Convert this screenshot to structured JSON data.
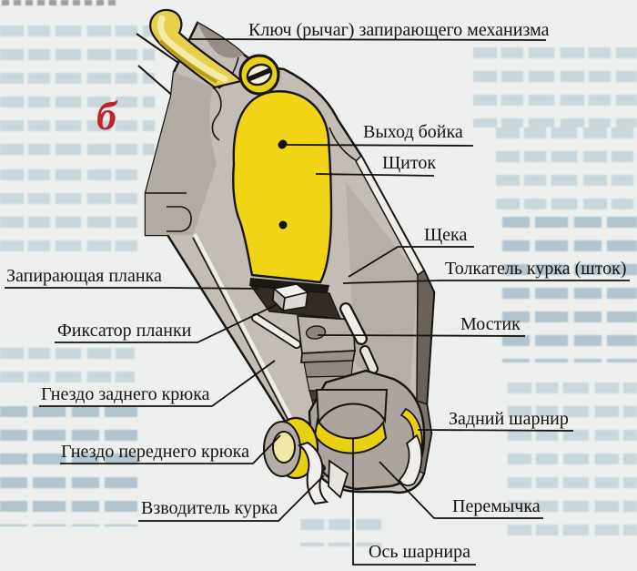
{
  "figure": {
    "marker": {
      "text": "б",
      "color": "#c3222a"
    },
    "labels": {
      "kljuch": "Ключ (рычаг) запирающего механизма",
      "vyhod_boyka": "Выход бойка",
      "shchitok": "Щиток",
      "shcheka": "Щека",
      "tolkatel": "Толкатель курка (шток)",
      "mostik": "Мостик",
      "zapirayushchaya_planka": "Запирающая планка",
      "fiksator_planki": "Фиксатор планки",
      "gnezdo_zadnego_kryuka": "Гнездо заднего крюка",
      "gnezdo_perednego_kryuka": "Гнездо переднего крюка",
      "vzvoditel_kurka": "Взводитель курка",
      "zadniy_sharnir": "Задний шарнир",
      "peremychka": "Перемычка",
      "os_sharnira": "Ось шарнира"
    },
    "colors": {
      "paper": "#edf0ee",
      "metal_light": "#c3bdb6",
      "metal_mid": "#aca59d",
      "metal_dark": "#69615a",
      "brass_yellow": "#e9d013",
      "brass_pale": "#f3eca8",
      "outline": "#181410",
      "label_text": "#16120e"
    }
  }
}
